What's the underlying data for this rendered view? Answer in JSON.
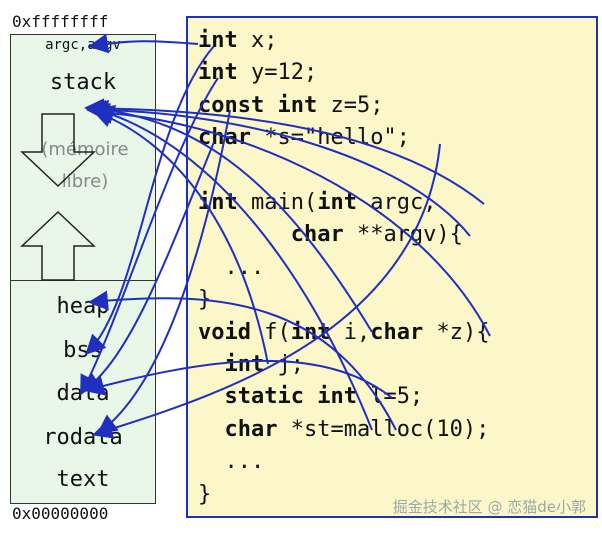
{
  "addresses": {
    "top": "0xffffffff",
    "bottom": "0x00000000"
  },
  "segments": {
    "args": "argc,argv",
    "stack": "stack",
    "free": "(mémoire\nlibre)",
    "heap": "heap",
    "bss": "bss",
    "data": "data",
    "rodata": "rodata",
    "text": "text"
  },
  "code": [
    {
      "kw": "int",
      "rest": " x;"
    },
    {
      "kw": "int",
      "rest": " y=12;"
    },
    {
      "kw": "const int",
      "rest": " z=5;"
    },
    {
      "kw": "char",
      "rest": " *s=\"hello\";"
    },
    {
      "kw": "",
      "rest": ""
    },
    {
      "kw": "int",
      "rest": " main(",
      "kw2": "int",
      "rest2": " argc,"
    },
    {
      "kw": "",
      "rest": "       ",
      "kw2": "char",
      "rest2": " **argv){"
    },
    {
      "kw": "",
      "rest": "  ..."
    },
    {
      "kw": "",
      "rest": "}"
    },
    {
      "kw": "void",
      "rest": " f(",
      "kw2": "int",
      "rest2": " i,",
      "kw3": "char",
      "rest3": " *z){"
    },
    {
      "kw": "",
      "rest": "  ",
      "kw2": "int",
      "rest2": " j;"
    },
    {
      "kw": "",
      "rest": "  ",
      "kw2": "static int",
      "rest2": " l=5;"
    },
    {
      "kw": "",
      "rest": "  ",
      "kw2": "char",
      "rest2": " *st=malloc(10);"
    },
    {
      "kw": "",
      "rest": "  ..."
    },
    {
      "kw": "",
      "rest": "}"
    }
  ],
  "watermark": "掘金技术社区 @ 恋猫de小郭"
}
